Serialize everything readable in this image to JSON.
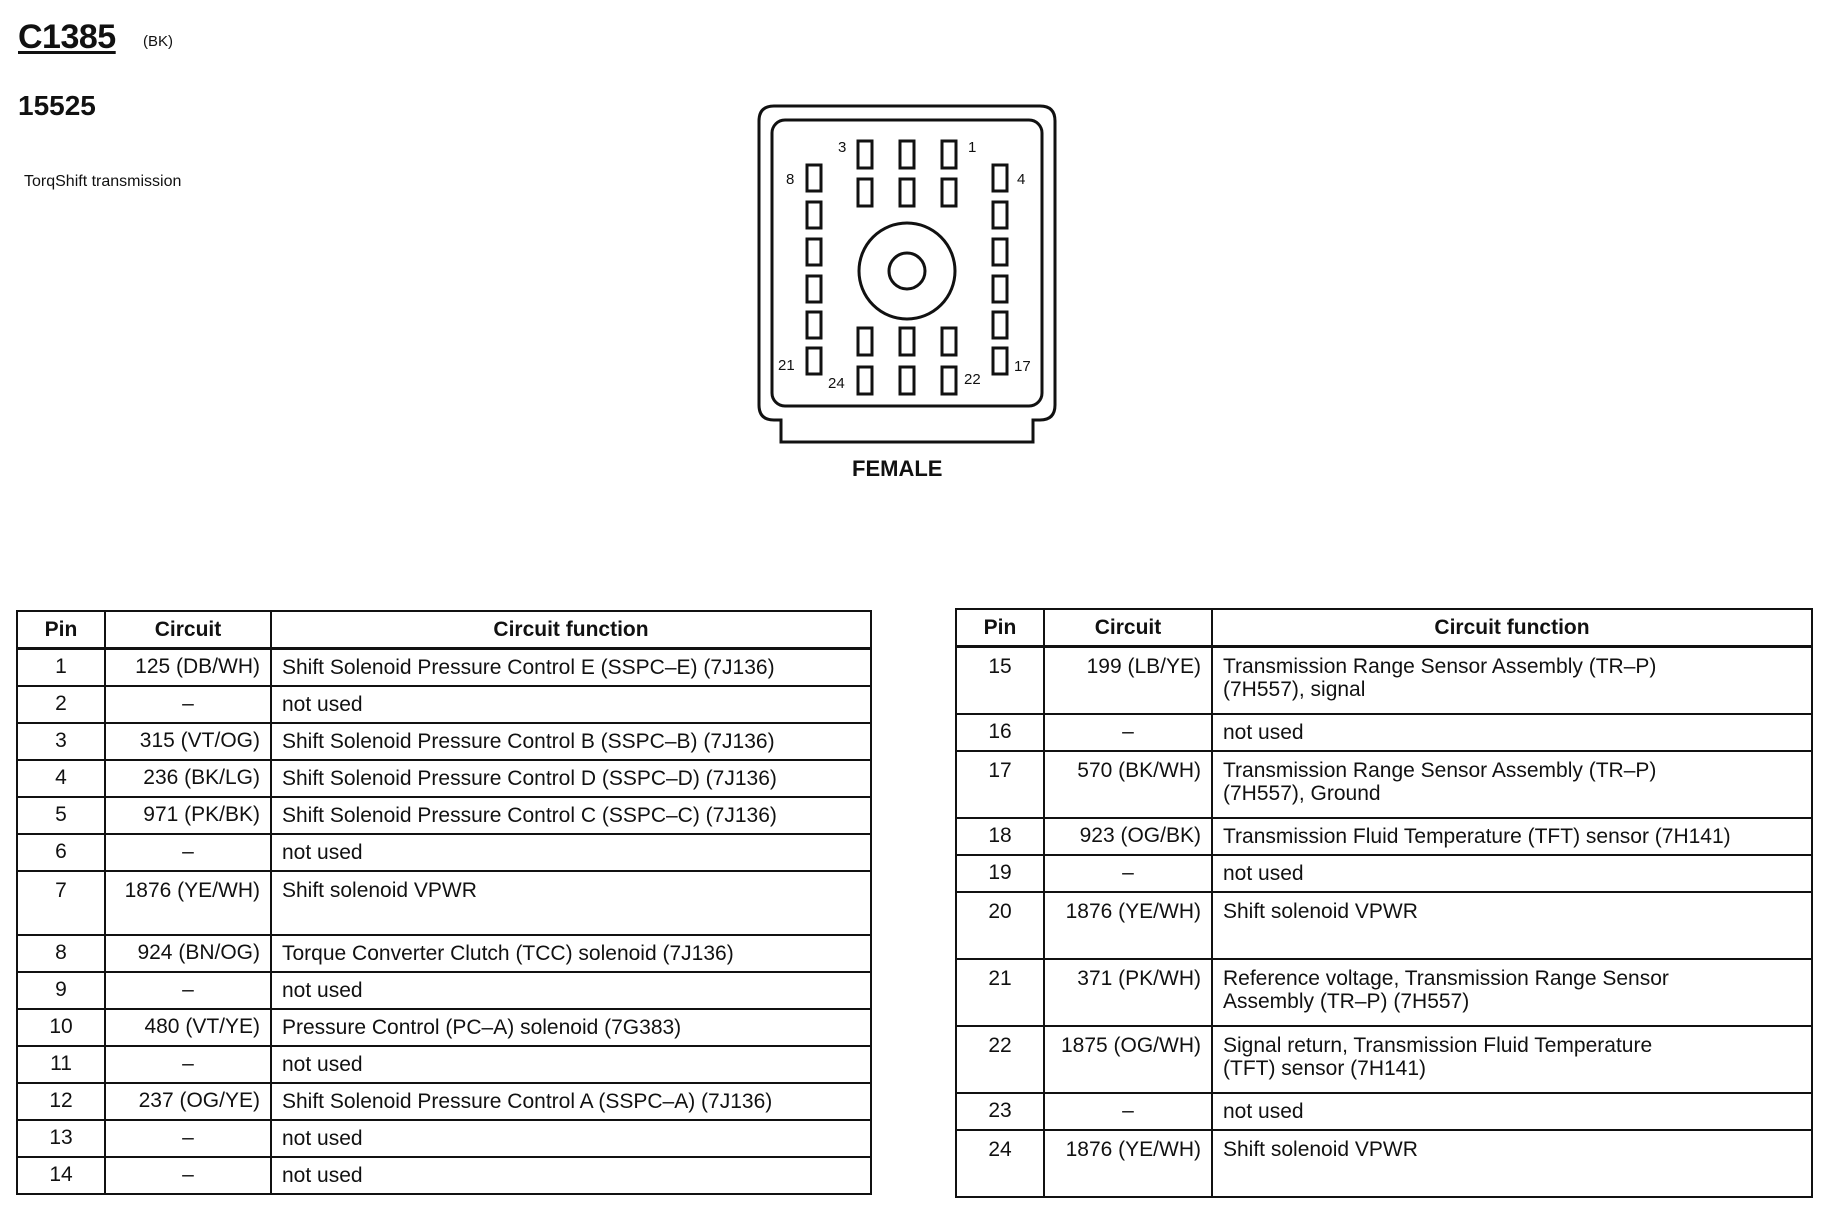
{
  "header": {
    "connector_code": "C1385",
    "connector_color": "(BK)",
    "part_number": "15525",
    "application": "TorqShift transmission"
  },
  "connector_view": {
    "gender_label": "FEMALE",
    "pin_labels": [
      "3",
      "1",
      "8",
      "4",
      "21",
      "24",
      "22",
      "17"
    ]
  },
  "columns": {
    "pin": "Pin",
    "circuit": "Circuit",
    "function": "Circuit function"
  },
  "left_table": [
    {
      "pin": "1",
      "circuit": "125 (DB/WH)",
      "function": "Shift Solenoid Pressure Control E (SSPC–E) (7J136)"
    },
    {
      "pin": "2",
      "circuit": "–",
      "function": "not used"
    },
    {
      "pin": "3",
      "circuit": "315 (VT/OG)",
      "function": "Shift Solenoid Pressure Control B (SSPC–B) (7J136)"
    },
    {
      "pin": "4",
      "circuit": "236 (BK/LG)",
      "function": "Shift Solenoid Pressure Control D (SSPC–D) (7J136)"
    },
    {
      "pin": "5",
      "circuit": "971 (PK/BK)",
      "function": "Shift Solenoid Pressure Control C (SSPC–C) (7J136)"
    },
    {
      "pin": "6",
      "circuit": "–",
      "function": "not used"
    },
    {
      "pin": "7",
      "circuit": "1876 (YE/WH)",
      "function": "Shift solenoid VPWR"
    },
    {
      "pin": "8",
      "circuit": "924 (BN/OG)",
      "function": "Torque Converter Clutch (TCC) solenoid (7J136)"
    },
    {
      "pin": "9",
      "circuit": "–",
      "function": "not used"
    },
    {
      "pin": "10",
      "circuit": "480 (VT/YE)",
      "function": "Pressure Control (PC–A) solenoid (7G383)"
    },
    {
      "pin": "11",
      "circuit": "–",
      "function": "not used"
    },
    {
      "pin": "12",
      "circuit": "237 (OG/YE)",
      "function": "Shift Solenoid Pressure Control A (SSPC–A) (7J136)"
    },
    {
      "pin": "13",
      "circuit": "–",
      "function": "not used"
    },
    {
      "pin": "14",
      "circuit": "–",
      "function": "not used"
    }
  ],
  "right_table": [
    {
      "pin": "15",
      "circuit": "199 (LB/YE)",
      "function": "Transmission Range Sensor Assembly (TR–P) (7H557), signal"
    },
    {
      "pin": "16",
      "circuit": "–",
      "function": "not used"
    },
    {
      "pin": "17",
      "circuit": "570 (BK/WH)",
      "function": "Transmission Range Sensor Assembly (TR–P) (7H557), Ground"
    },
    {
      "pin": "18",
      "circuit": "923 (OG/BK)",
      "function": "Transmission Fluid Temperature (TFT) sensor (7H141)"
    },
    {
      "pin": "19",
      "circuit": "–",
      "function": "not used"
    },
    {
      "pin": "20",
      "circuit": "1876 (YE/WH)",
      "function": "Shift solenoid VPWR"
    },
    {
      "pin": "21",
      "circuit": "371 (PK/WH)",
      "function": "Reference voltage, Transmission Range Sensor Assembly (TR–P) (7H557)"
    },
    {
      "pin": "22",
      "circuit": "1875 (OG/WH)",
      "function": "Signal return, Transmission Fluid Temperature (TFT) sensor (7H141)"
    },
    {
      "pin": "23",
      "circuit": "–",
      "function": "not used"
    },
    {
      "pin": "24",
      "circuit": "1876 (YE/WH)",
      "function": "Shift solenoid VPWR"
    }
  ]
}
